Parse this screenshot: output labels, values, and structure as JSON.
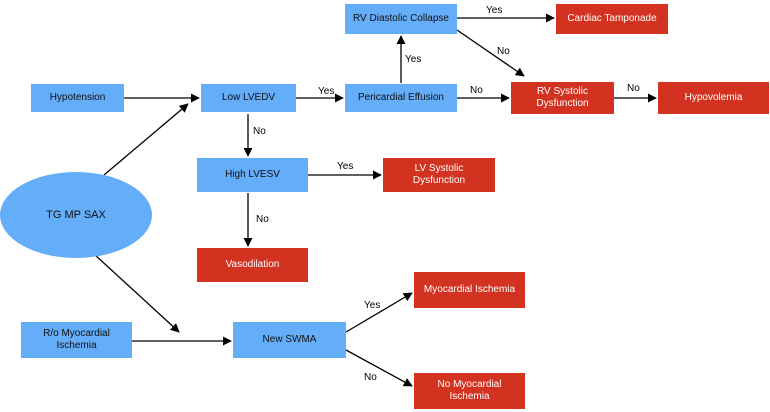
{
  "nodes": {
    "tg_mp_sax": "TG MP SAX",
    "hypotension": "Hypotension",
    "low_lvedv": "Low LVEDV",
    "pericardial_effusion": "Pericardial Effusion",
    "rv_diastolic_collapse": "RV Diastolic Collapse",
    "cardiac_tamponade": "Cardiac Tamponade",
    "rv_systolic_dysfunction": "RV Systolic Dysfunction",
    "hypovolemia": "Hypovolemia",
    "high_lvesv": "High LVESV",
    "lv_systolic_dysfunction": "LV Systolic Dysfunction",
    "vasodilation": "Vasodilation",
    "ro_myocardial_ischemia": "R/o Myocardial Ischemia",
    "new_swma": "New SWMA",
    "myocardial_ischemia": "Myocardial Ischemia",
    "no_myocardial_ischemia": "No Myocardial Ischemia"
  },
  "edge_labels": {
    "lowlvedv_pericardial": "Yes",
    "pericardial_rvdiastolic": "Yes",
    "rvdiastolic_tamponade": "Yes",
    "rvdiastolic_rvsystolic": "No",
    "pericardial_rvsystolic": "No",
    "rvsystolic_hypovolemia": "No",
    "lowlvedv_highlvesv": "No",
    "highlvesv_lvsystolic": "Yes",
    "highlvesv_vasodilation": "No",
    "swma_ischemia": "Yes",
    "swma_noischemia": "No"
  },
  "colors": {
    "blue_node": "#64adf9",
    "red_node": "#d2321f",
    "edge": "#000000"
  }
}
